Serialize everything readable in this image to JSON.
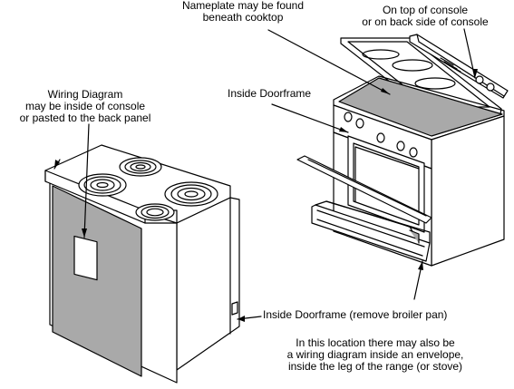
{
  "labels": {
    "nameplate": [
      "Nameplate may be found",
      "beneath cooktop"
    ],
    "console": [
      "On top of console",
      "or on back side of console"
    ],
    "wiring_diagram": [
      "Wiring Diagram",
      "may be inside of console",
      "or pasted to the back panel"
    ],
    "inside_doorframe": "Inside Doorframe",
    "inside_doorframe_broiler": "Inside Doorframe (remove broiler pan)",
    "note": [
      "In this location there may also be",
      "a wiring diagram inside an envelope,",
      "inside the leg of the range (or stove)"
    ]
  }
}
